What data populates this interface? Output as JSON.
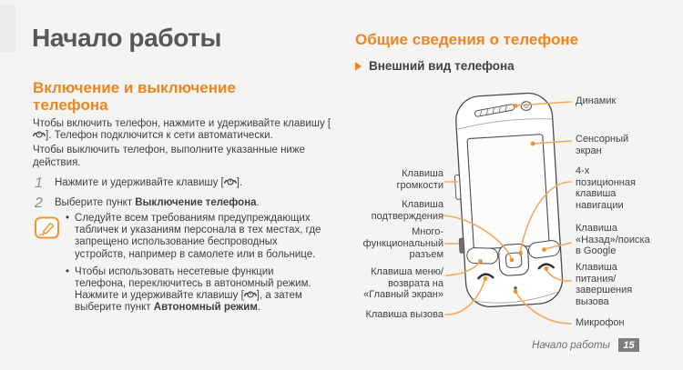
{
  "page": {
    "title": "Начало работы",
    "footer": {
      "section": "Начало работы",
      "page_number": "15"
    }
  },
  "colors": {
    "accent_orange": "#ee8522",
    "callout_line_orange": "#f5a55c",
    "callout_dot_orange": "#ee9136",
    "title_gray": "#57585a",
    "body_text": "#3f3f41",
    "page_background": "#f4f4f2",
    "page_number_box": "#7c7e82"
  },
  "icons": {
    "note": "pencil-note-icon",
    "power_key_inline": "power-key-icon",
    "subheading_marker": "chevron-right-icon"
  },
  "bullet_char": "•",
  "left": {
    "heading": "Включение и выключение телефона",
    "intro_p1": [
      {
        "t": "Чтобы включить телефон, нажмите и удерживайте клавишу ["
      },
      {
        "k": 1
      },
      {
        "t": "]. Телефон подключится к сети автоматически."
      }
    ],
    "intro_p2": [
      {
        "t": "Чтобы выключить телефон, выполните указанные ниже действия."
      }
    ],
    "steps": [
      {
        "num": "1",
        "segments": [
          {
            "t": "Нажмите и удерживайте клавишу ["
          },
          {
            "k": 1
          },
          {
            "t": "]."
          }
        ]
      },
      {
        "num": "2",
        "segments": [
          {
            "t": "Выберите пункт "
          },
          {
            "b": "Выключение телефона"
          },
          {
            "t": "."
          }
        ]
      }
    ],
    "note_bullets": [
      [
        {
          "t": "Следуйте всем требованиям предупреждающих табличек и указаниям персонала в тех местах, где запрещено использование беспроводных устройств, например в самолете или в больнице."
        }
      ],
      [
        {
          "t": "Чтобы использовать несетевые функции телефона, переключитесь в автономный режим. Нажмите и удерживайте клавишу ["
        },
        {
          "k": 1
        },
        {
          "t": "], а затем выберите пункт "
        },
        {
          "b": "Автономный режим"
        },
        {
          "t": "."
        }
      ]
    ]
  },
  "right": {
    "heading": "Общие сведения о телефоне",
    "subheading": "Внешний вид телефона"
  },
  "diagram": {
    "labels_left": [
      {
        "id": "volume-key",
        "text": "Клавиша\nгромкости"
      },
      {
        "id": "confirm-key",
        "text": "Клавиша\nподтверждения"
      },
      {
        "id": "multifunction-jack",
        "text": "Много-\nфункциональный\nразъем"
      },
      {
        "id": "menu-home-key",
        "text": "Клавиша меню/\nвозврата на\n«Главный экран»"
      },
      {
        "id": "call-key",
        "text": "Клавиша вызова"
      }
    ],
    "labels_right": [
      {
        "id": "speaker",
        "text": "Динамик"
      },
      {
        "id": "touch-screen",
        "text": "Сенсорный\nэкран"
      },
      {
        "id": "nav-key",
        "text": "4-х\nпозиционная\nклавиша\nнавигации"
      },
      {
        "id": "back-search-key",
        "text": "Клавиша\n«Назад»/поиска\nв Google"
      },
      {
        "id": "power-end-key",
        "text": "Клавиша\nпитания/\nзавершения\nвызова"
      },
      {
        "id": "microphone",
        "text": "Микрофон"
      }
    ]
  }
}
